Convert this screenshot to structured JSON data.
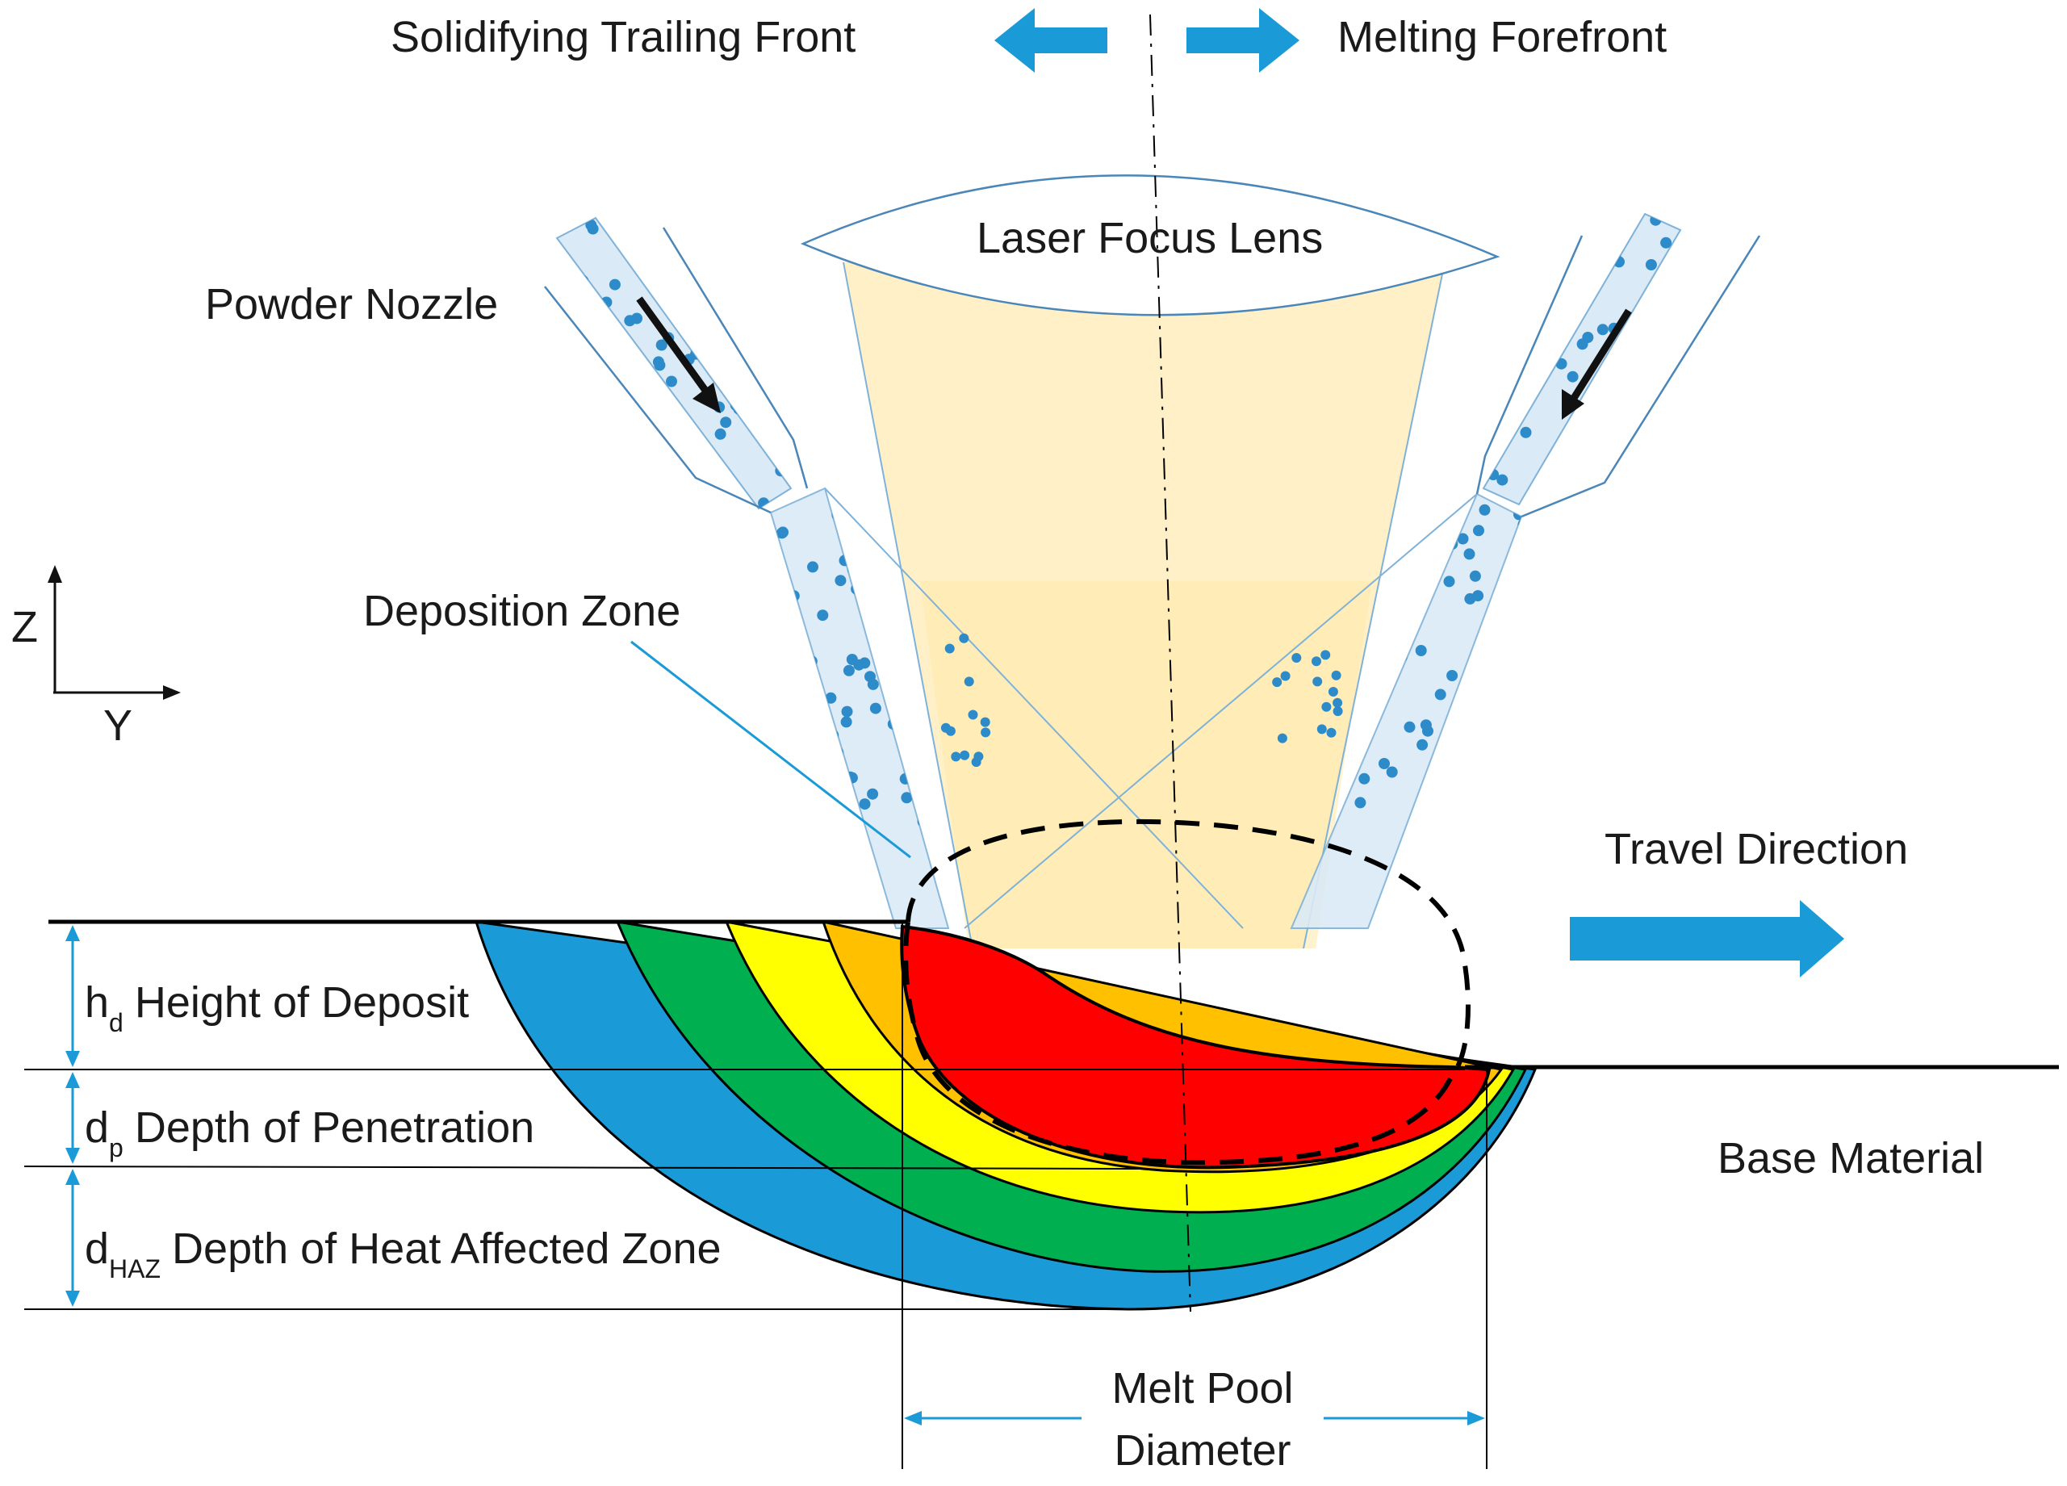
{
  "title": "",
  "labels": {
    "solidifying_front": "Solidifying Trailing Front",
    "melting_front": "Melting Forefront",
    "laser_lens": "Laser Focus Lens",
    "powder_nozzle": "Powder Nozzle",
    "deposition_zone": "Deposition Zone",
    "travel_direction": "Travel Direction",
    "base_material": "Base Material",
    "axis_z": "Z",
    "axis_y": "Y"
  },
  "dimensions": {
    "height_symbol": "h",
    "height_sub": "d",
    "height_text": "Height of Deposit",
    "penetration_symbol": "d",
    "penetration_sub": "p",
    "penetration_text": "Depth of Penetration",
    "haz_symbol": "d",
    "haz_sub": "HAZ",
    "haz_text": "Depth of Heat Affected Zone",
    "melt_pool_line1": "Melt Pool",
    "melt_pool_line2": "Diameter"
  },
  "colors": {
    "accent_blue": "#1a9ad6",
    "layer_blue": "#1a9ad6",
    "layer_green": "#00b050",
    "layer_yellow": "#ffff00",
    "layer_orange": "#ffc000",
    "melt_pool_red": "#ff0000",
    "laser_cone": "#fff0c8",
    "powder_stream": "#daeaf6",
    "powder_particle": "#2e8bc9"
  }
}
